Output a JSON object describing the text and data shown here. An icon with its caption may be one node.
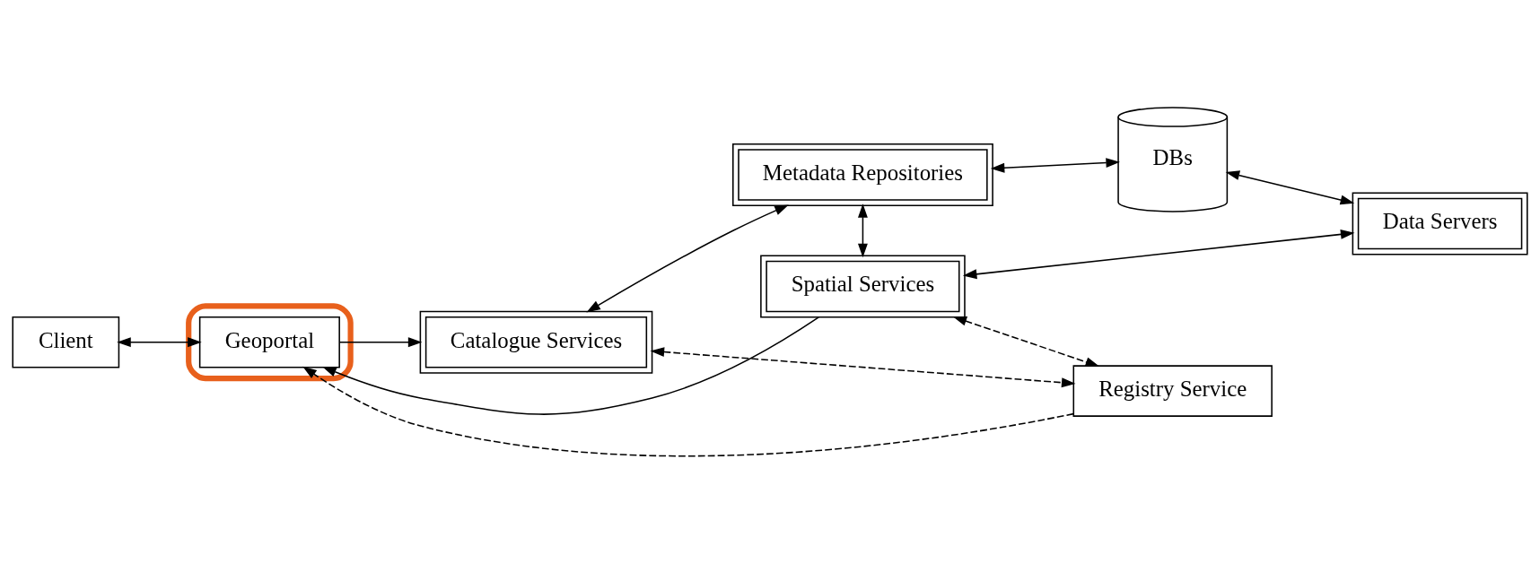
{
  "diagram": {
    "nodes": [
      {
        "text": [
          "Client"
        ]
      },
      {
        "text": [],
        "shape": "box"
      },
      {
        "text": [
          "Geoportal"
        ],
        "in": 1
      },
      {
        "text": [
          "Catalogue Services"
        ]
      },
      {
        "text": [
          "Metadata Repositories"
        ]
      },
      {
        "text": [
          "DBs"
        ]
      },
      {
        "text": [
          "Data Servers"
        ]
      },
      {
        "text": [
          "Spatial Services"
        ]
      },
      {
        "text": [
          "Registry Service"
        ]
      }
    ],
    "edges": [
      {
        "from": 0,
        "to": 2,
        "arrow": "both"
      },
      {
        "from": 2,
        "to": 3,
        "arrow": "to"
      },
      {
        "from": 8,
        "to": 2,
        "arrow": "to",
        "style": "dashed"
      },
      {
        "from": 3,
        "to": 8,
        "arrow": "both",
        "style": "dashed"
      },
      {
        "from": 3,
        "to": 4,
        "arrow": "both"
      },
      {
        "from": 4,
        "to": 5,
        "arrow": "both"
      },
      {
        "from": 4,
        "to": 7,
        "arrow": "both"
      },
      {
        "from": 6,
        "to": 7,
        "arrow": "both"
      },
      {
        "from": 5,
        "to": 6,
        "arrow": "both"
      },
      {
        "from": 7,
        "to": 2,
        "arrow": "to"
      },
      {
        "from": 7,
        "to": 8,
        "arrow": "both",
        "style": "dashed"
      }
    ]
  }
}
